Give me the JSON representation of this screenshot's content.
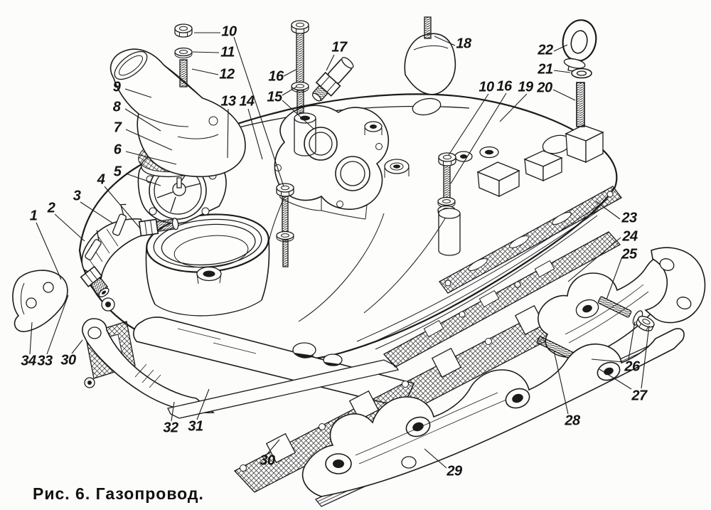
{
  "figure": {
    "caption": "Рис. 6. Газопровод.",
    "figure_number": "6",
    "title": "Газопровод"
  },
  "colors": {
    "ink": "#1b1b1b",
    "paper": "#fcfcfb"
  },
  "callouts": [
    {
      "text": "10"
    },
    {
      "text": "11"
    },
    {
      "text": "12"
    },
    {
      "text": "16"
    },
    {
      "text": "15"
    },
    {
      "text": "13"
    },
    {
      "text": "14"
    },
    {
      "text": "17"
    },
    {
      "text": "18"
    },
    {
      "text": "9"
    },
    {
      "text": "8"
    },
    {
      "text": "7"
    },
    {
      "text": "6"
    },
    {
      "text": "5"
    },
    {
      "text": "4"
    },
    {
      "text": "3"
    },
    {
      "text": "2"
    },
    {
      "text": "1"
    },
    {
      "text": "22"
    },
    {
      "text": "21"
    },
    {
      "text": "20"
    },
    {
      "text": "10"
    },
    {
      "text": "16"
    },
    {
      "text": "19"
    },
    {
      "text": "23"
    },
    {
      "text": "24"
    },
    {
      "text": "25"
    },
    {
      "text": "26"
    },
    {
      "text": "27"
    },
    {
      "text": "28"
    },
    {
      "text": "29"
    },
    {
      "text": "30"
    },
    {
      "text": "31"
    },
    {
      "text": "32"
    },
    {
      "text": "30"
    },
    {
      "text": "33"
    },
    {
      "text": "34"
    }
  ]
}
